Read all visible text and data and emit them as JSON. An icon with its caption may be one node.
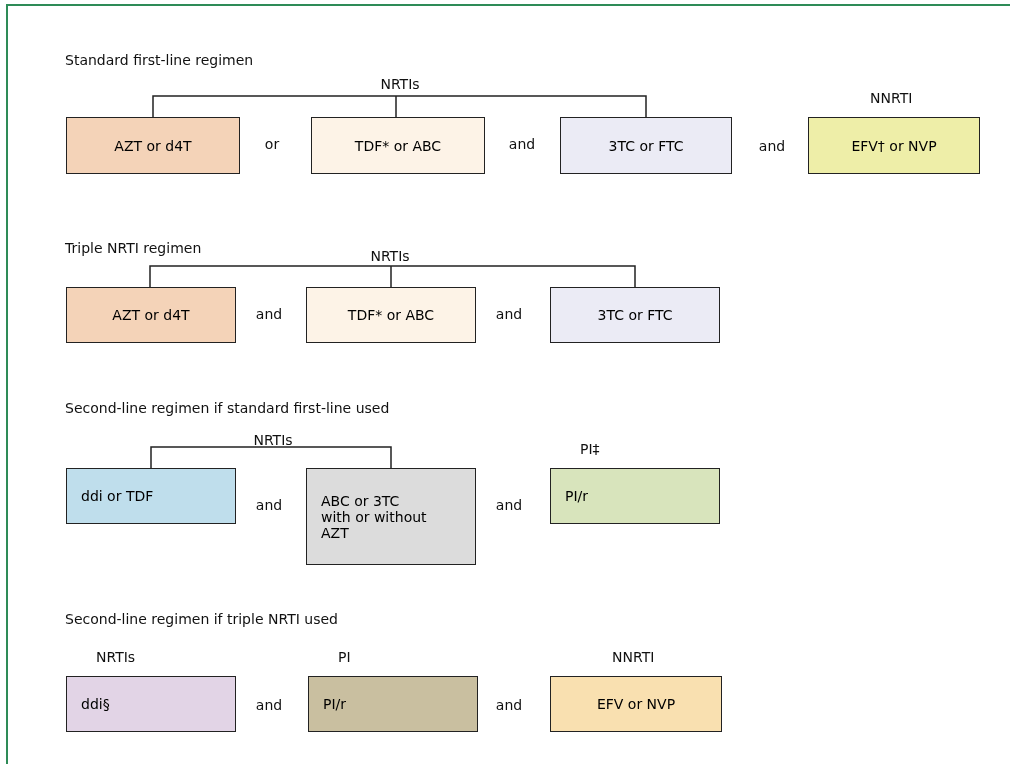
{
  "diagram": {
    "nodes": [
      {
        "text": [
          "AZT or d4T"
        ]
      },
      {
        "text": [
          "TDF* or ABC"
        ]
      },
      {
        "text": [
          "3TC or FTC"
        ]
      },
      {
        "text": [
          "EFV† or NVP"
        ],
        "beside": [
          "NNRTI"
        ]
      },
      {
        "text": [
          "AZT or d4T"
        ]
      },
      {
        "text": [
          "TDF* or ABC"
        ]
      },
      {
        "text": [
          "3TC or FTC"
        ]
      },
      {
        "text": [
          "ddi or TDF"
        ]
      },
      {
        "text": [
          "ABC or 3TC with or without AZT"
        ]
      },
      {
        "text": [
          "PI/r"
        ],
        "beside": [
          "PI‡"
        ]
      },
      {
        "text": [
          "ddi§"
        ],
        "beside": [
          "NRTIs"
        ]
      },
      {
        "text": [
          "PI/r"
        ],
        "beside": [
          "PI"
        ]
      },
      {
        "text": [
          "EFV or NVP"
        ],
        "beside": [
          "NNRTI"
        ]
      }
    ],
    "edges": [],
    "labels": [
      "Standard first-line regimen",
      "NRTIs",
      "or",
      "and",
      "and",
      "Triple NRTI regimen",
      "NRTIs",
      "and",
      "and",
      "Second-line regimen if standard first-line used",
      "NRTIs",
      "and",
      "and",
      "Second-line regimen if triple NRTI used",
      "and",
      "and"
    ]
  }
}
